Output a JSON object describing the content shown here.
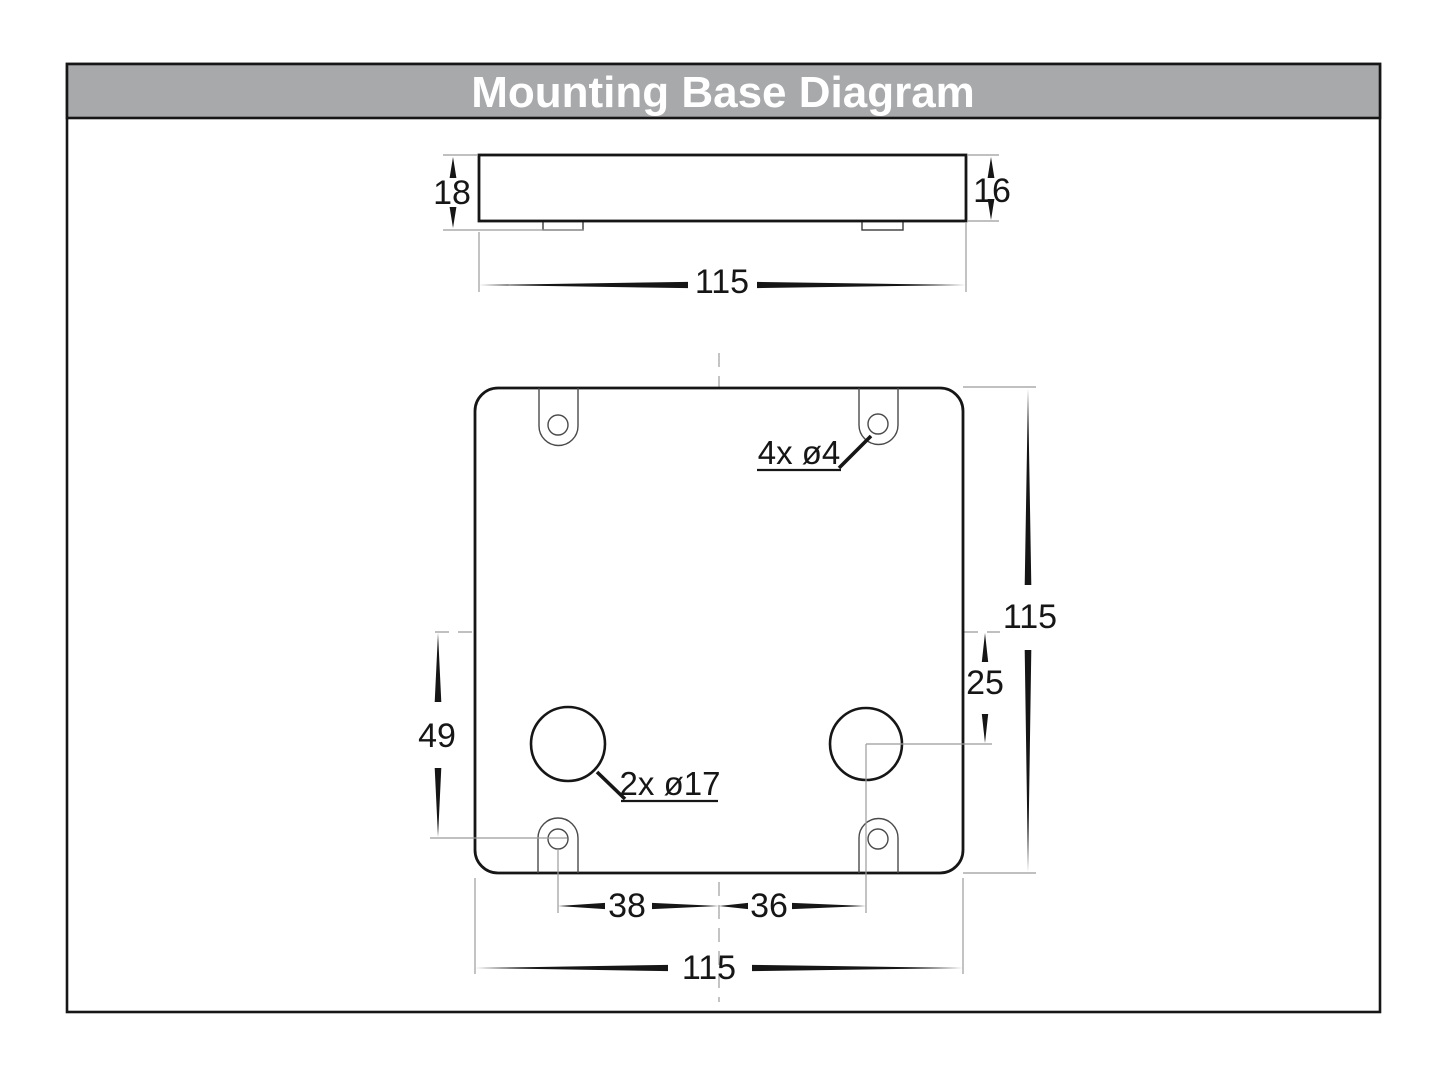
{
  "title": "Mounting Base Diagram",
  "side_view": {
    "dim_height_total": "18",
    "dim_height_body": "16",
    "dim_width": "115"
  },
  "plate_view": {
    "label_screw_holes": "4x ø4",
    "label_cable_holes": "2x ø17",
    "dim_height": "115",
    "dim_hole_offset_v": "25",
    "dim_screw_offset_v": "49",
    "dim_screw_offset_h": "38",
    "dim_hole_offset_h": "36",
    "dim_width": "115"
  },
  "colors": {
    "title_bar_background": "#a8a9ab",
    "title_text": "#ffffff",
    "outline": "#161616",
    "thin_line": "#4a4a4a",
    "extension_line": "#9b9b9b",
    "centerline": "#ababab"
  }
}
